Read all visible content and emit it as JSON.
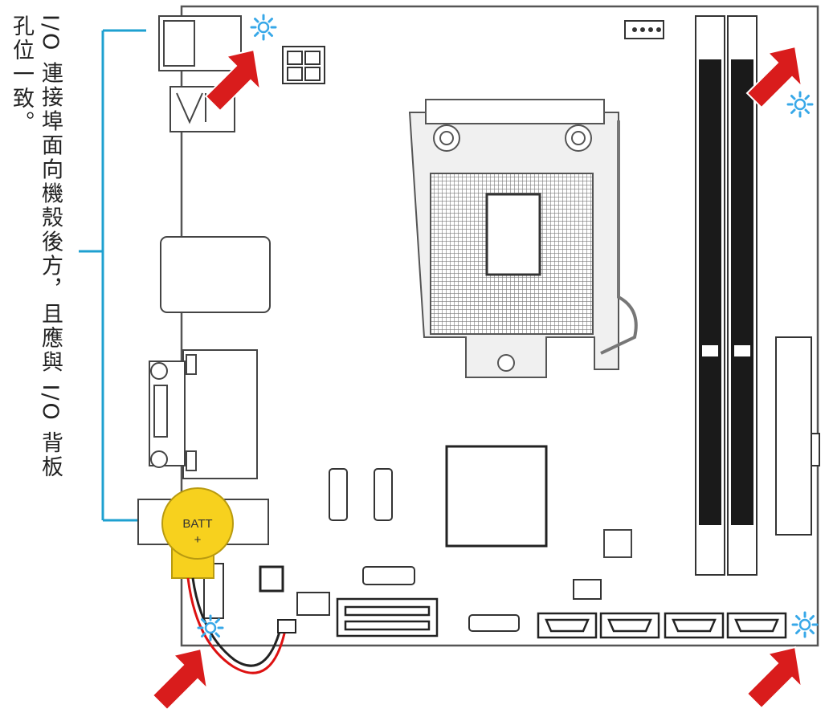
{
  "caption": {
    "line1": "I/O 連接埠面向機殼後方，且應與 I/O 背板",
    "line2": "孔位一致。"
  },
  "battery": {
    "label": "BATT",
    "polarity": "+"
  },
  "colors": {
    "bracket": "#1ea0d0",
    "arrow": "#d91c1c",
    "mount_marker": "#38a8e8",
    "battery": "#f7d11e",
    "board_outline": "#555555",
    "dimm_fill": "#1a1a1a"
  },
  "icons": {
    "mount_marker": "sparkle-icon",
    "arrow": "arrow-icon"
  }
}
